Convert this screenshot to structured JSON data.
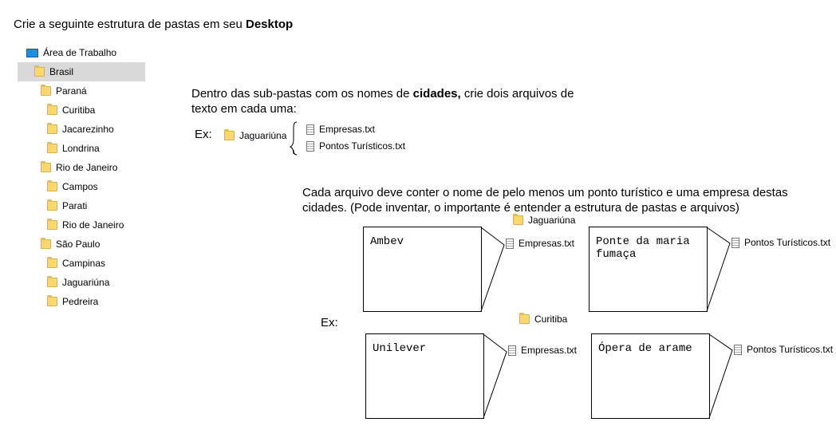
{
  "header": {
    "title_prefix": "Crie a seguinte estrutura de pastas em seu",
    "title_bold": "Desktop"
  },
  "tree": {
    "root": "Área de Trabalho",
    "brasil": "Brasil",
    "parana": "Paraná",
    "curitiba": "Curitiba",
    "jacarezinho": "Jacarezinho",
    "londrina": "Londrina",
    "rio_de_janeiro": "Rio de Janeiro",
    "campos": "Campos",
    "parati": "Parati",
    "rio_de_janeiro_city": "Rio de Janeiro",
    "sao_paulo": "São Paulo",
    "campinas": "Campinas",
    "jaguariuna": "Jaguariúna",
    "pedreira": "Pedreira"
  },
  "instruction1": {
    "part1": "Dentro das sub-pastas com os nomes de ",
    "bold": "cidades,",
    "part2": " crie dois arquivos de texto em cada uma:"
  },
  "example1": {
    "ex_label": "Ex:",
    "folder": "Jaguariúna",
    "file1": "Empresas.txt",
    "file2": "Pontos Turísticos.txt"
  },
  "instruction2": {
    "text": "Cada arquivo deve conter o nome de pelo menos um ponto turístico e uma empresa destas cidades. (Pode inventar, o importante é entender a estrutura de pastas e arquivos)"
  },
  "example2": {
    "ex_label": "Ex:",
    "folder_top": "Jaguariúna",
    "folder_bottom": "Curitiba",
    "note1": "Ambev",
    "note2": "Ponte da maria\nfumaça",
    "note3": "Unilever",
    "note4": "Ópera de arame",
    "file_a": "Empresas.txt",
    "file_b": "Pontos Turísticos.txt",
    "file_c": "Empresas.txt",
    "file_d": "Pontos Turísticos.txt"
  }
}
